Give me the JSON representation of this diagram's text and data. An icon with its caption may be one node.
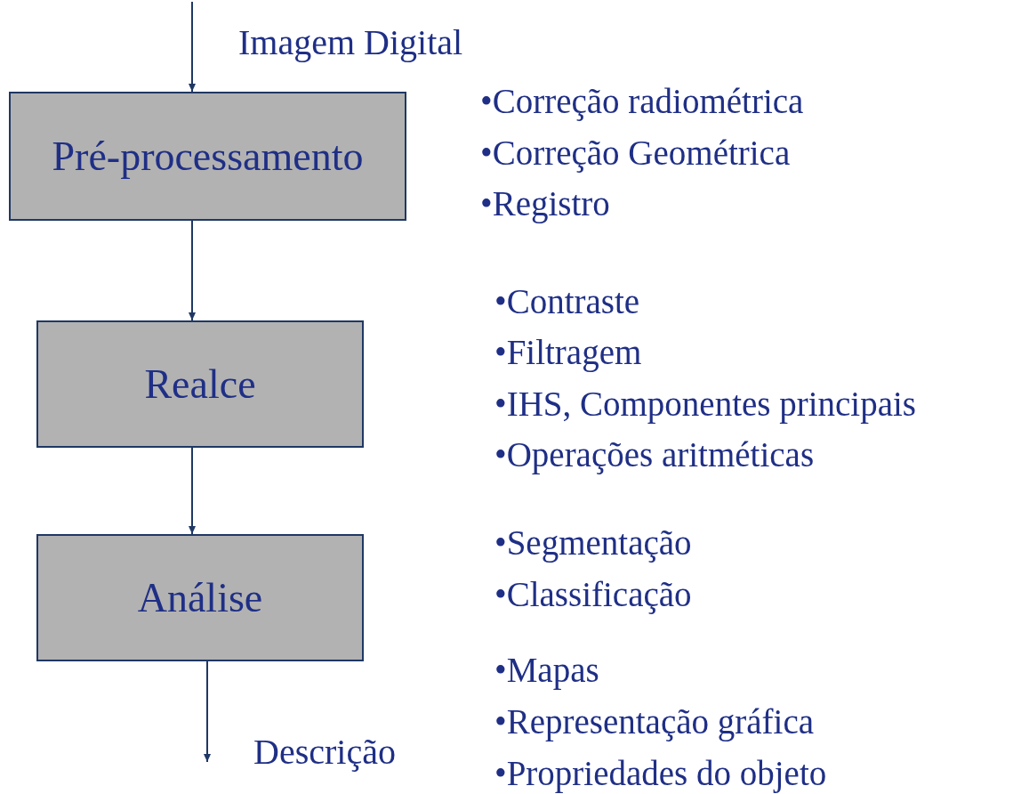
{
  "diagram": {
    "nodes": [
      {
        "text": [
          "Pré-processamento"
        ]
      },
      {
        "text": [
          "Realce"
        ]
      },
      {
        "text": [
          "Análise"
        ]
      }
    ],
    "edges": [
      {
        "from": null,
        "to": 0,
        "arrow": "to",
        "label": "Imagem Digital"
      },
      {
        "from": 0,
        "to": 1,
        "arrow": "to"
      },
      {
        "from": 1,
        "to": 2,
        "arrow": "to"
      },
      {
        "from": 2,
        "to": null,
        "arrow": "to",
        "label": "Descrição"
      }
    ],
    "labels": [
      "•Correção radiométrica",
      "•Correção Geométrica",
      "•Registro",
      "•Contraste",
      "•Filtragem",
      "•IHS, Componentes principais",
      "•Operações aritméticas",
      "•Segmentação",
      "•Classificação",
      "•Mapas",
      "•Representação gráfica",
      "•Propriedades do objeto"
    ]
  }
}
